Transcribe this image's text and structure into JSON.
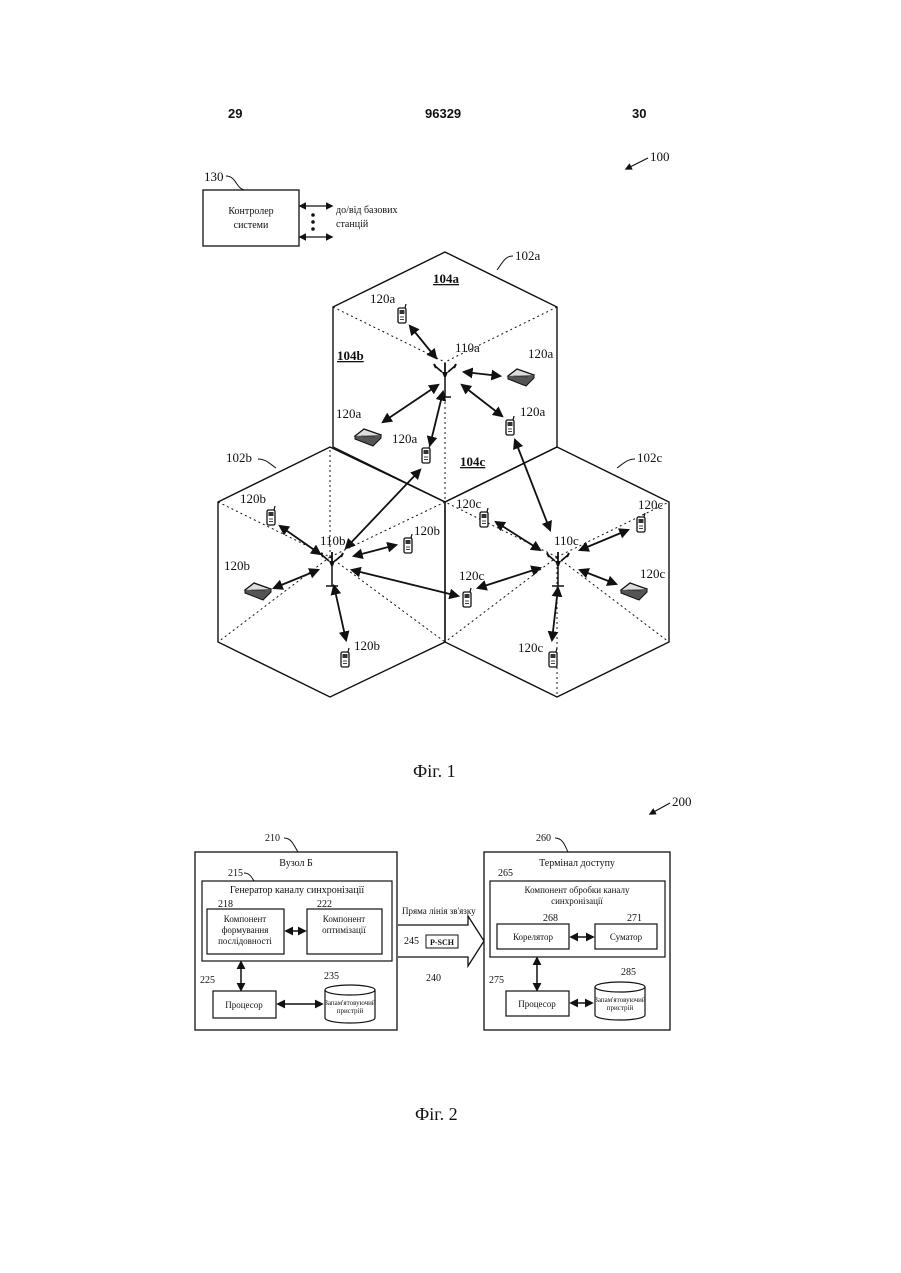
{
  "header": {
    "page_left": "29",
    "patent_number": "96329",
    "page_right": "30"
  },
  "fig1": {
    "ref_figure": "100",
    "controller_ref": "130",
    "controller_line1": "Контролер",
    "controller_line2": "системи",
    "to_from_line1": "до/від базових",
    "to_from_line2": "станцій",
    "cell_a": "102a",
    "cell_b": "102b",
    "cell_c": "102c",
    "sector_a": "104a",
    "sector_b": "104b",
    "sector_c": "104c",
    "bs_a": "110a",
    "bs_b": "110b",
    "bs_c": "110c",
    "term_a": "120a",
    "term_b": "120b",
    "term_c": "120c",
    "caption": "Фіг. 1"
  },
  "fig2": {
    "ref_figure": "200",
    "node_ref": "210",
    "node_title": "Вузол Б",
    "gen_ref": "215",
    "gen_title": "Генератор каналу синхронізації",
    "seq_ref": "218",
    "seq_line1": "Компонент",
    "seq_line2": "формування",
    "seq_line3": "послідовності",
    "opt_ref": "222",
    "opt_line1": "Компонент",
    "opt_line2": "оптимізації",
    "proc_ref_left": "225",
    "proc_label": "Процесор",
    "mem_ref_left": "235",
    "mem_line1": "Запам'ятовуючий",
    "mem_line2": "пристрій",
    "link_label": "Пряма лінія зв'язку",
    "psch_ref": "245",
    "psch_label": "P-SCH",
    "link_ref": "240",
    "term_ref": "260",
    "term_title": "Термінал доступу",
    "proc_comp_ref": "265",
    "proc_comp_line1": "Компонент обробки каналу",
    "proc_comp_line2": "синхронізації",
    "corr_ref": "268",
    "corr_label": "Корелятор",
    "sum_ref": "271",
    "sum_label": "Суматор",
    "proc_ref_right": "275",
    "mem_ref_right": "285",
    "caption": "Фіг. 2"
  }
}
